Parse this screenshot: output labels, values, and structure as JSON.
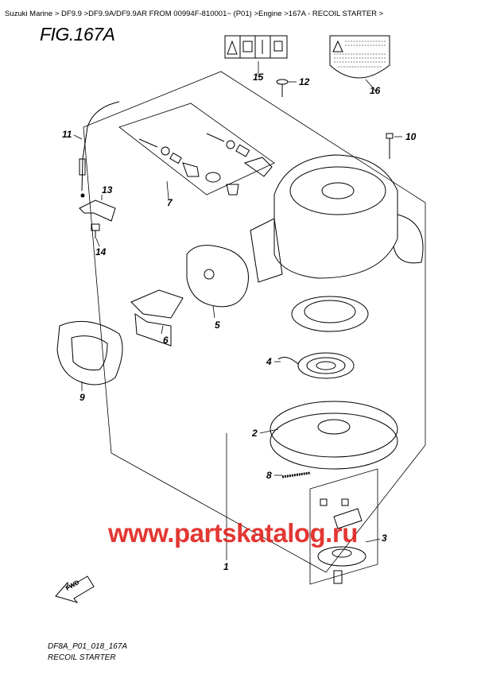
{
  "breadcrumb": [
    {
      "label": "Suzuki Marine"
    },
    {
      "label": "DF9.9"
    },
    {
      "label": "DF9.9A/DF9.9AR FROM 00994F-810001~ (P01)"
    },
    {
      "label": "Engine"
    },
    {
      "label": "167A - RECOIL STARTER"
    }
  ],
  "separator": ">",
  "figure_title": "FIG.167A",
  "part_numbers": [
    "1",
    "2",
    "3",
    "4",
    "5",
    "6",
    "7",
    "8",
    "9",
    "10",
    "11",
    "12",
    "13",
    "14",
    "15",
    "16"
  ],
  "fwd_label": "FWD",
  "watermark": "www.partskatalog.ru",
  "footer": {
    "code": "DF8A_P01_018_167A",
    "caption": "RECOIL STARTER"
  }
}
